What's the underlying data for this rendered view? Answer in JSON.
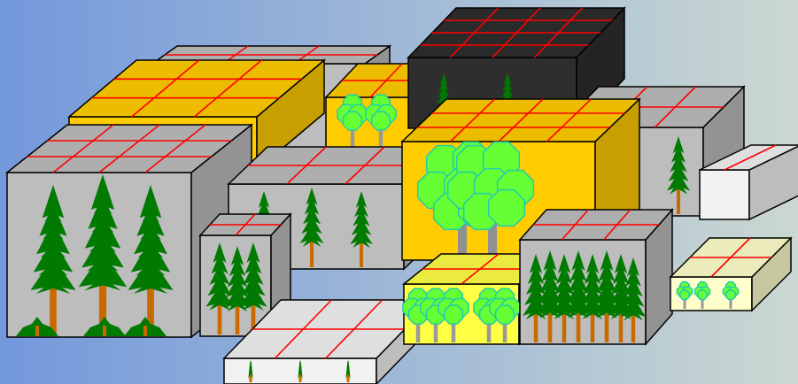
{
  "diagram": {
    "background": {
      "from": "#7398DC",
      "to": "#CBD8D1"
    },
    "grid_line_color": "#FF0000",
    "outline_color": "#000000",
    "conifer_color": "#007A00",
    "trunk_color": "#C86A00",
    "broadleaf_fill": "#66FF33",
    "broadleaf_stroke": "#22CCAA",
    "blocks": [
      {
        "id": "back-gray",
        "color": "#BDBDBD",
        "trees": "none"
      },
      {
        "id": "back-orange",
        "color": "#FFCC00",
        "trees": "none"
      },
      {
        "id": "small-orange",
        "color": "#FFCC00",
        "trees": "broadleaf"
      },
      {
        "id": "dark",
        "color": "#2E2E2E",
        "trees": "conifer"
      },
      {
        "id": "right-gray",
        "color": "#BDBDBD",
        "trees": "conifer"
      },
      {
        "id": "far-right-white",
        "color": "#F2F2F2",
        "trees": "none"
      },
      {
        "id": "left-gray",
        "color": "#BDBDBD",
        "trees": "conifer"
      },
      {
        "id": "middle-gray",
        "color": "#BDBDBD",
        "trees": "conifer"
      },
      {
        "id": "small-gray",
        "color": "#BDBDBD",
        "trees": "conifer"
      },
      {
        "id": "front-white",
        "color": "#F2F2F2",
        "trees": "conifer-small"
      },
      {
        "id": "center-orange",
        "color": "#FFCC00",
        "trees": "broadleaf"
      },
      {
        "id": "yellow",
        "color": "#FFFF44",
        "trees": "broadleaf-small"
      },
      {
        "id": "front-right-gray",
        "color": "#BDBDBD",
        "trees": "conifer"
      },
      {
        "id": "cream",
        "color": "#FFFFCC",
        "trees": "broadleaf-small"
      }
    ]
  }
}
